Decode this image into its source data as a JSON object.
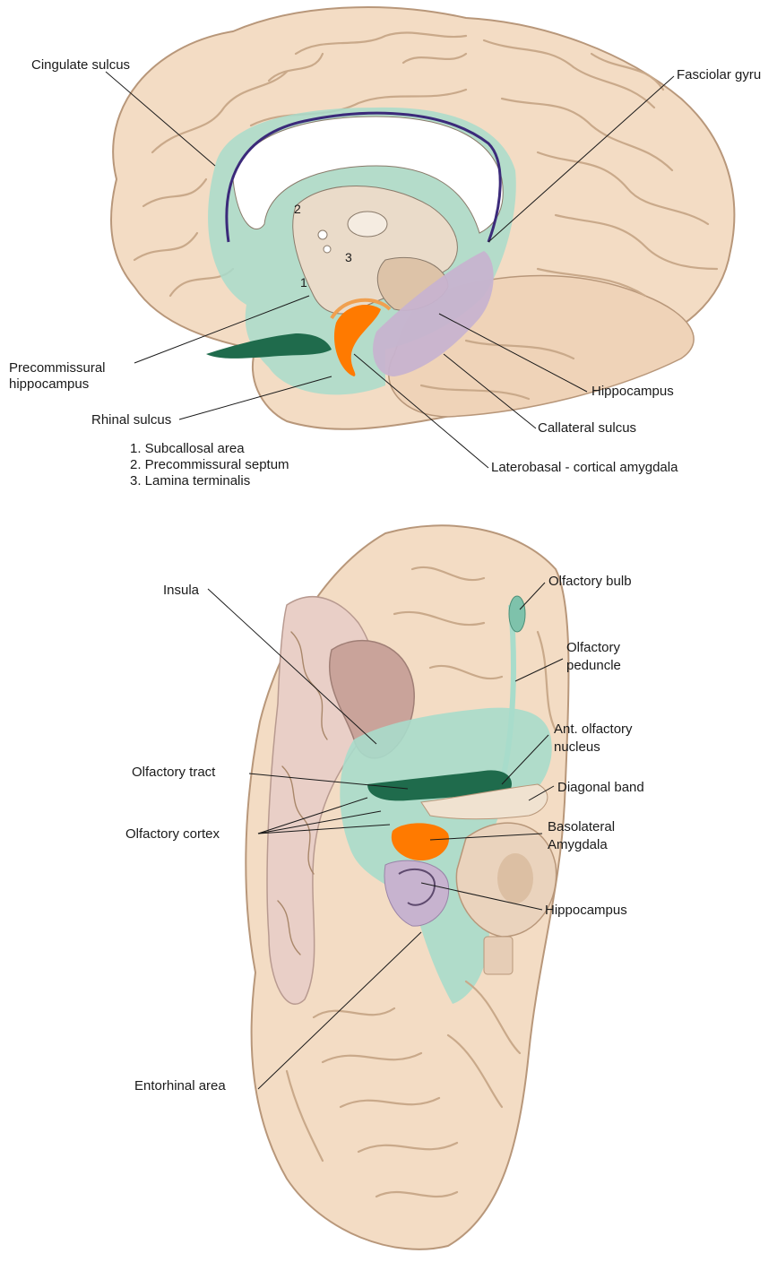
{
  "colors": {
    "background": "#ffffff",
    "brain_tissue": "#f3dcc4",
    "sulcus_line": "#c9a98a",
    "limbic_teal": "#a8dccb",
    "dark_green": "#1f6b4c",
    "orange_amygdala": "#ff7a00",
    "hippocampus_lilac": "#c7b3cf",
    "cingulate_purple": "#3b2a7a"
  },
  "top_panel": {
    "labels": {
      "cingulate_sulcus": "Cingulate sulcus",
      "fasciolar_gyrus": "Fasciolar gyru",
      "precommissural_hippocampus_1": "Precommissural",
      "precommissural_hippocampus_2": "hippocampus",
      "rhinal_sulcus": "Rhinal sulcus",
      "hippocampus": "Hippocampus",
      "collateral_sulcus": "Callateral sulcus",
      "amygdala": "Laterobasal - cortical amygdala",
      "num_1": "1",
      "num_2": "2",
      "num_3": "3"
    },
    "legend": [
      "1. Subcallosal area",
      "2. Precommissural septum",
      "3. Lamina terminalis"
    ]
  },
  "bottom_panel": {
    "labels": {
      "insula": "Insula",
      "olfactory_bulb": "Olfactory bulb",
      "olfactory_peduncle_1": "Olfactory",
      "olfactory_peduncle_2": "peduncle",
      "ant_olfactory_nucleus_1": "Ant. olfactory",
      "ant_olfactory_nucleus_2": "nucleus",
      "olfactory_tract": "Olfactory tract",
      "diagonal_band": "Diagonal band",
      "olfactory_cortex": "Olfactory cortex",
      "basolateral_1": "Basolateral",
      "basolateral_2": "Amygdala",
      "hippocampus": "Hippocampus",
      "entorhinal_area": "Entorhinal area"
    }
  }
}
